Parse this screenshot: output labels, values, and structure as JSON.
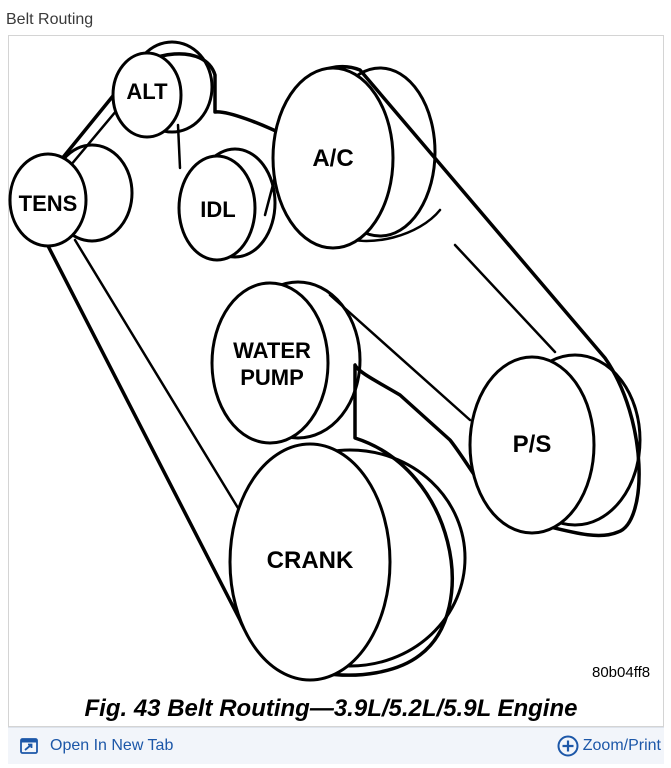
{
  "header": {
    "title": "Belt Routing"
  },
  "diagram": {
    "pulleys": {
      "alt": "ALT",
      "tens": "TENS",
      "idl": "IDL",
      "ac": "A/C",
      "water_pump_line1": "WATER",
      "water_pump_line2": "PUMP",
      "ps": "P/S",
      "crank": "CRANK"
    },
    "code": "80b04ff8",
    "caption": "Fig. 43 Belt Routing—3.9L/5.2L/5.9L Engine"
  },
  "footer": {
    "open_label": "Open In New Tab",
    "zoom_label": "Zoom/Print",
    "open_icon": "open-in-new-tab-icon",
    "zoom_icon": "plus-circle-icon",
    "link_color": "#1c57a8"
  }
}
